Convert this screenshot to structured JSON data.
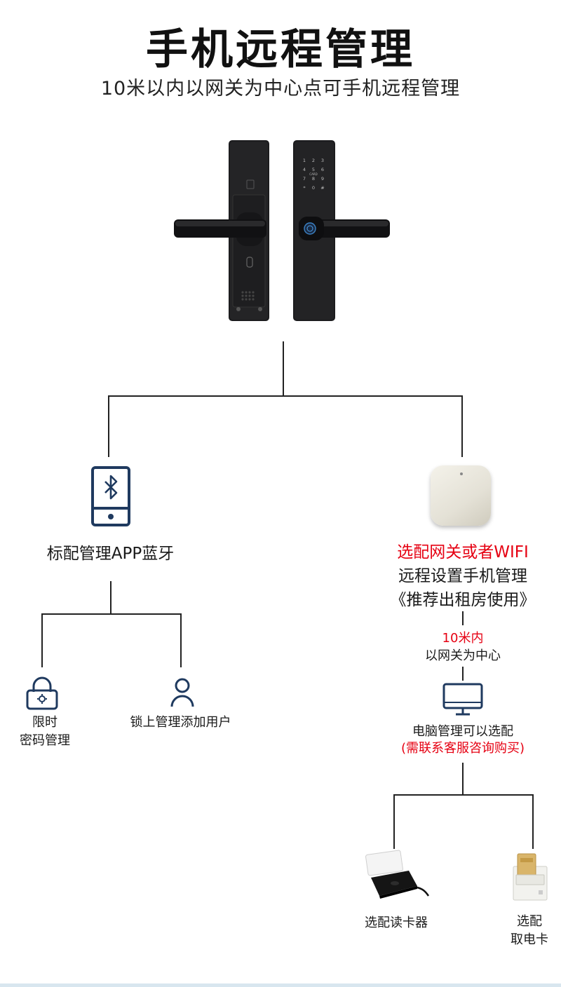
{
  "header": {
    "title": "手机远程管理",
    "subtitle": "10米以内以网关为中心点可手机远程管理"
  },
  "left_branch": {
    "main_label": "标配管理APP蓝牙",
    "sub_items": [
      {
        "icon": "lock-icon",
        "lines": [
          "限时",
          "密码管理"
        ]
      },
      {
        "icon": "user-icon",
        "lines": [
          "锁上管理添加用户"
        ]
      }
    ]
  },
  "right_branch": {
    "gateway_line1": "选配网关或者WIFI",
    "gateway_line2": "远程设置手机管理",
    "gateway_line3": "《推荐出租房使用》",
    "range_line1": "10米内",
    "range_line2": "以网关为中心",
    "computer_line1": "电脑管理可以选配",
    "computer_line2": "(需联系客服咨询购买)",
    "accessories": [
      {
        "icon": "card-reader-icon",
        "lines": [
          "选配读卡器"
        ]
      },
      {
        "icon": "power-card-switch-icon",
        "lines": [
          "选配",
          "取电卡"
        ]
      }
    ]
  },
  "colors": {
    "accent_red": "#e60012",
    "icon_navy": "#1f3a5f",
    "line": "#222222"
  }
}
